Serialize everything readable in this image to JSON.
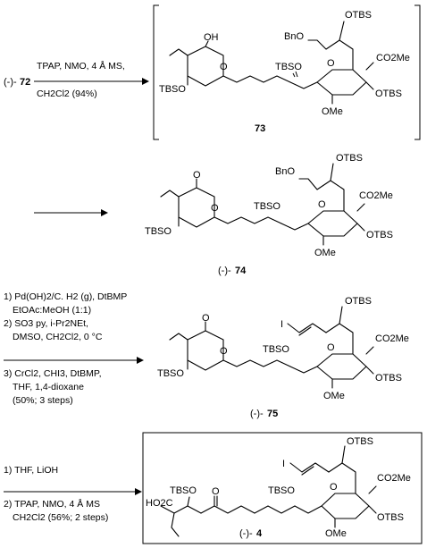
{
  "start_label": "(-)-",
  "start_number": "72",
  "step1": {
    "line1": "TPAP, NMO, 4 Å MS,",
    "line2": "CH2Cl2 (94%)"
  },
  "step3": {
    "line1": "1) Pd(OH)2/C. H2 (g), DtBMP",
    "line2": "EtOAc:MeOH (1:1)",
    "line3": "2) SO3 py, i-Pr2NEt,",
    "line4": "DMSO, CH2Cl2, 0 °C",
    "line5": "3) CrCl2, CHI3, DtBMP,",
    "line6": "THF, 1,4-dioxane",
    "line7": "(50%; 3 steps)"
  },
  "step4": {
    "line1": "1) THF, LiOH",
    "line2": "2) TPAP, NMO, 4 Å MS",
    "line3": "CH2Cl2 (56%; 2 steps)"
  },
  "compounds": {
    "c73": {
      "label": "73"
    },
    "c74": {
      "prefix": "(-)-",
      "label": "74"
    },
    "c75": {
      "prefix": "(-)-",
      "label": "75"
    },
    "c4": {
      "prefix": "(-)-",
      "label": "4"
    }
  },
  "atoms": {
    "OH": "OH",
    "O": "O",
    "BnO": "BnO",
    "OTBS": "OTBS",
    "TBSO": "TBSO",
    "OMe": "OMe",
    "CO2Me": "CO2Me",
    "I": "I",
    "HO2C": "HO2C"
  }
}
